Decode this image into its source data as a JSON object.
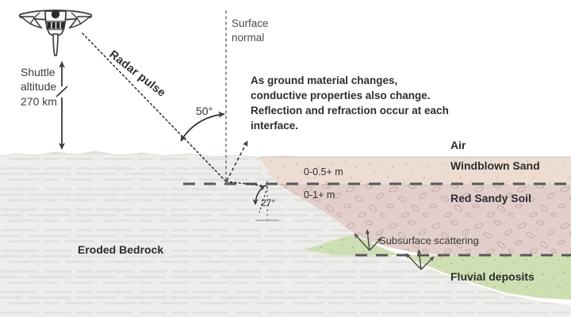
{
  "figure": {
    "title_absent": true,
    "background_color": "#ffffff"
  },
  "spacecraft": {
    "icon": "space-shuttle-icon",
    "altitude_label_line1": "Shuttle",
    "altitude_label_line2": "altitude",
    "altitude_label_line3": "270 km",
    "altitude_value": "270 km"
  },
  "beam": {
    "radar_pulse_label": "Radar pulse",
    "surface_normal_label_line1": "Surface",
    "surface_normal_label_line2": "normal",
    "incidence_angle": "50°",
    "refraction_angle": "27°"
  },
  "note": {
    "line1": "As ground material changes,",
    "line2": "conductive properties also change.",
    "line3": "Reflection and refraction occur at each",
    "line4": "interface."
  },
  "layers": [
    {
      "id": "air",
      "label": "Air",
      "color": "#ffffff",
      "thickness": ""
    },
    {
      "id": "windblown-sand",
      "label": "Windblown Sand",
      "color": "#ecdcd2",
      "thickness": "0-0.5+ m"
    },
    {
      "id": "red-sandy-soil",
      "label": "Red Sandy Soil",
      "color": "#e2cfcb",
      "thickness": "0-1+ m"
    },
    {
      "id": "fluvial-deposits",
      "label": "Fluvial deposits",
      "color": "#cfdfb4",
      "thickness": ""
    },
    {
      "id": "eroded-bedrock",
      "label": "Eroded Bedrock",
      "color": "#eeedeb",
      "thickness": ""
    }
  ],
  "annotations": {
    "subsurface_scattering": "Subsurface scattering"
  },
  "colors": {
    "sand": "#ecdcd2",
    "soil": "#e2cfcb",
    "fluvial": "#cfdfb4",
    "bedrock": "#eeedeb",
    "ink": "#2e2e2e",
    "dash_line": "#5c5c5c",
    "arrow": "#4d4d4d"
  }
}
